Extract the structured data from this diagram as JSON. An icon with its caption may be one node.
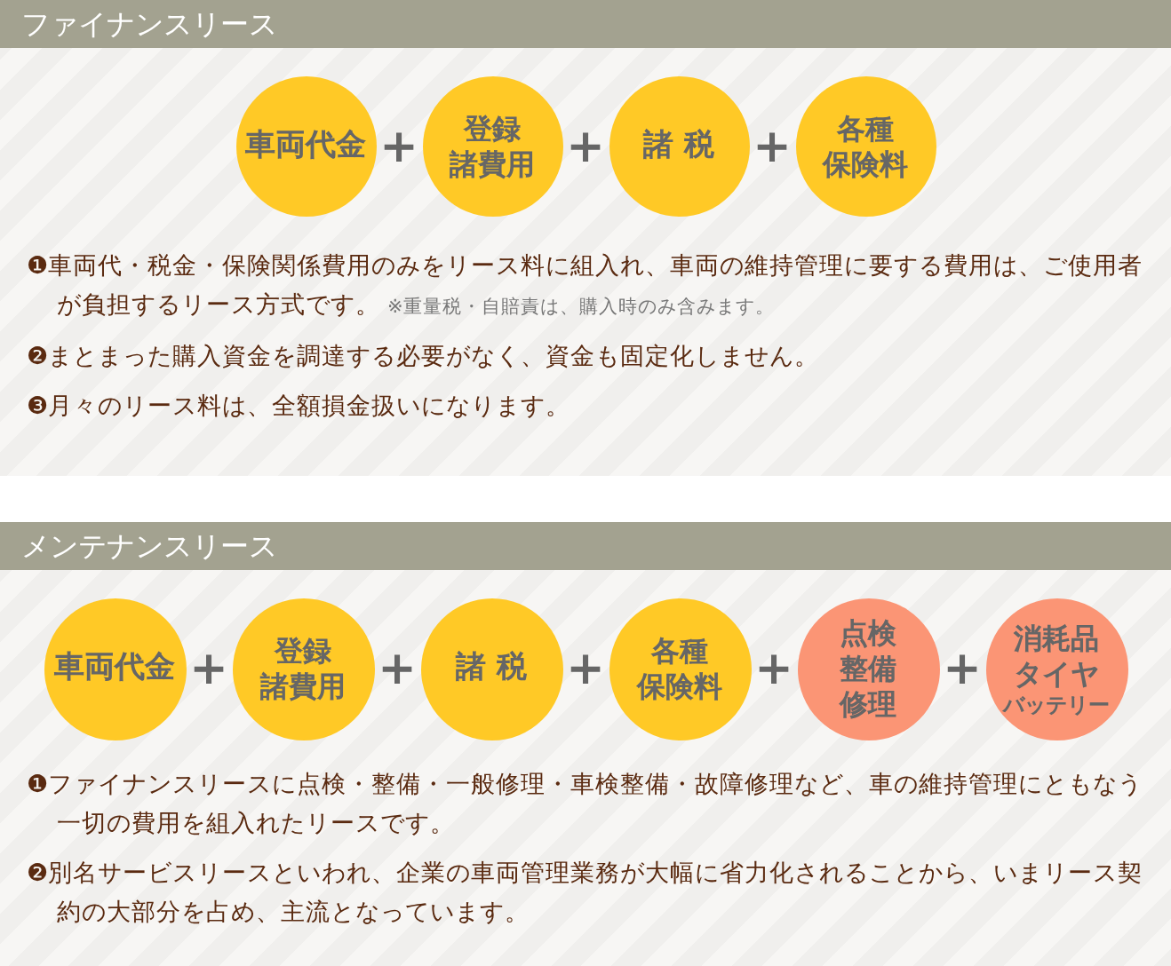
{
  "diagram": {
    "nodes": [
      {
        "text": [
          "ファイナンスリース"
        ]
      },
      {
        "text": [
          "車両代金"
        ]
      },
      {
        "text": [
          "登録",
          "諸費用"
        ]
      },
      {
        "text": [
          "諸 税"
        ]
      },
      {
        "text": [
          "各種",
          "保険料"
        ]
      },
      {
        "text": [
          "メンテナンスリース"
        ]
      },
      {
        "text": [
          "車両代金"
        ]
      },
      {
        "text": [
          "登録",
          "諸費用"
        ]
      },
      {
        "text": [
          "諸 税"
        ]
      },
      {
        "text": [
          "各種",
          "保険料"
        ]
      },
      {
        "text": [
          "点検",
          "整備",
          "修理"
        ]
      },
      {
        "text": [
          "消耗品",
          "タイヤ",
          "バッテリー"
        ]
      }
    ],
    "labels": [
      "+",
      "+",
      "+",
      "❶車両代・税金・保険関係費用のみをリース料に組入れ、車両の維持管理に要する費用は、ご使用者が負担するリース方式です。",
      "※重量税・自賠責は、購入時のみ含みます。",
      "❷まとまった購入資金を調達する必要がなく、資金も固定化しません。",
      "❸月々のリース料は、全額損金扱いになります。",
      "+",
      "+",
      "+",
      "+",
      "+",
      "❶ファイナンスリースに点検・整備・一般修理・車検整備・故障修理など、車の維持管理にともなう一切の費用を組入れたリースです。",
      "❷別名サービスリースといわれ、企業の車両管理業務が大幅に省力化されることから、いまリース契約の大部分を占め、主流となっています。"
    ]
  }
}
